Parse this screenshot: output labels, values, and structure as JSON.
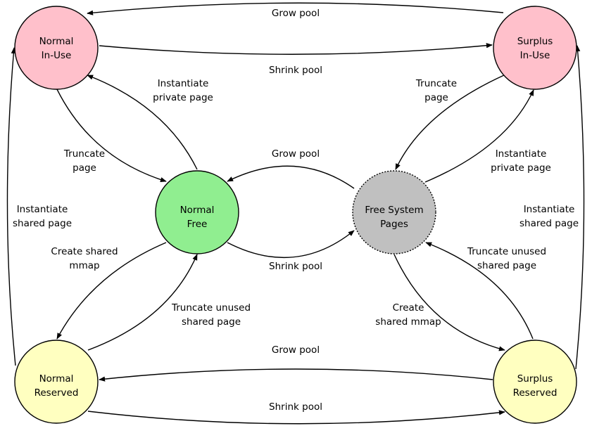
{
  "colors": {
    "in_use": "#ffc0cb",
    "free": "#90ee90",
    "system": "#c0c0c0",
    "reserved": "#ffffc0"
  },
  "nodes": {
    "normal_in_use": [
      "Normal",
      "In-Use"
    ],
    "surplus_in_use": [
      "Surplus",
      "In-Use"
    ],
    "normal_free": [
      "Normal",
      "Free"
    ],
    "free_system": [
      "Free System",
      "Pages"
    ],
    "normal_reserved": [
      "Normal",
      "Reserved"
    ],
    "surplus_reserved": [
      "Surplus",
      "Reserved"
    ]
  },
  "edges": {
    "grow_top": [
      "Grow pool"
    ],
    "shrink_top": [
      "Shrink pool"
    ],
    "inst_private_left": [
      "Instantiate",
      "private page"
    ],
    "truncate_left": [
      "Truncate",
      "page"
    ],
    "grow_mid": [
      "Grow pool"
    ],
    "shrink_mid": [
      "Shrink pool"
    ],
    "truncate_right": [
      "Truncate",
      "page"
    ],
    "inst_private_right": [
      "Instantiate",
      "private page"
    ],
    "inst_shared_left": [
      "Instantiate",
      "shared page"
    ],
    "inst_shared_right": [
      "Instantiate",
      "shared page"
    ],
    "mmap_left": [
      "Create shared",
      "mmap"
    ],
    "trunc_unused_left": [
      "Truncate unused",
      "shared page"
    ],
    "mmap_right": [
      "Create",
      "shared mmap"
    ],
    "trunc_unused_right": [
      "Truncate unused",
      "shared page"
    ],
    "grow_bottom": [
      "Grow pool"
    ],
    "shrink_bottom": [
      "Shrink pool"
    ]
  }
}
